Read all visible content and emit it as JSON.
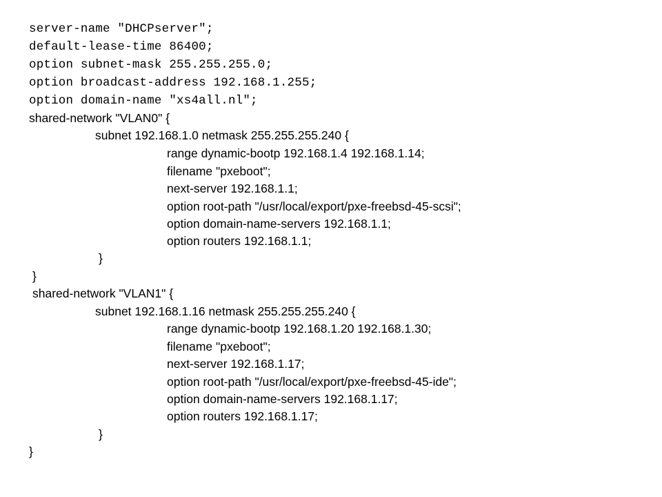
{
  "config": {
    "header_lines": [
      "server-name \"DHCPserver\";",
      "default-lease-time 86400;",
      "option subnet-mask 255.255.255.0;",
      "option broadcast-address 192.168.1.255;",
      "option domain-name \"xs4all.nl\";"
    ],
    "network_lines": [
      "shared-network \"VLAN0\" {",
      "subnet 192.168.1.0 netmask 255.255.255.240 {",
      "range dynamic-bootp 192.168.1.4 192.168.1.14;",
      "filename \"pxeboot\";",
      "next-server 192.168.1.1;",
      "option root-path \"/usr/local/export/pxe-freebsd-45-scsi\";",
      "option domain-name-servers 192.168.1.1;",
      "option routers 192.168.1.1;",
      "}",
      "}",
      "shared-network \"VLAN1\" {",
      "subnet 192.168.1.16 netmask 255.255.255.240 {",
      "range dynamic-bootp 192.168.1.20 192.168.1.30;",
      "filename \"pxeboot\";",
      "next-server 192.168.1.17;",
      "option root-path \"/usr/local/export/pxe-freebsd-45-ide\";",
      "option domain-name-servers 192.168.1.17;",
      "option routers 192.168.1.17;",
      "}",
      "}"
    ]
  }
}
